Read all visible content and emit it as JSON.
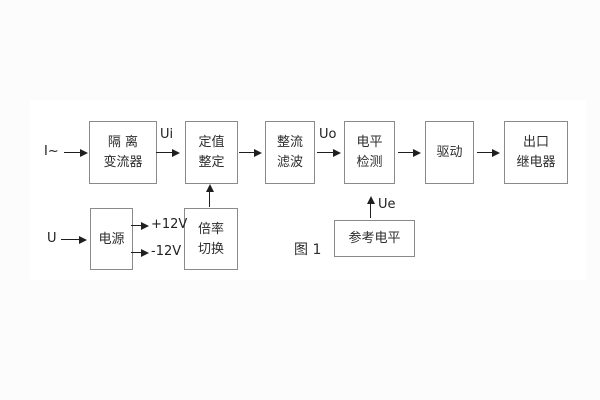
{
  "figure": {
    "caption": "图 1"
  },
  "blocks": {
    "isolation_converter": {
      "line1": "隔 离",
      "line2": "变流器"
    },
    "setpoint_adjust": {
      "line1": "定值",
      "line2": "整定"
    },
    "rectifier_filter": {
      "line1": "整流",
      "line2": "滤波"
    },
    "level_detect": {
      "line1": "电平",
      "line2": "检测"
    },
    "driver": {
      "line1": "驱动"
    },
    "output_relay": {
      "line1": "出口",
      "line2": "继电器"
    },
    "power_supply": {
      "line1": "电源"
    },
    "ratio_switch": {
      "line1": "倍率",
      "line2": "切换"
    },
    "reference_level": {
      "line1": "参考电平"
    }
  },
  "signals": {
    "input_current": "I~",
    "input_voltage": "U",
    "ui": "Ui",
    "uo": "Uo",
    "ue": "Ue",
    "plus_12v": "+12V",
    "minus_12v": "-12V"
  },
  "colors": {
    "background": "#fcfcfc",
    "panel": "#ffffff",
    "box_border": "#8a8a8a",
    "line": "#1f1f1f",
    "text": "#2d2d2d"
  }
}
